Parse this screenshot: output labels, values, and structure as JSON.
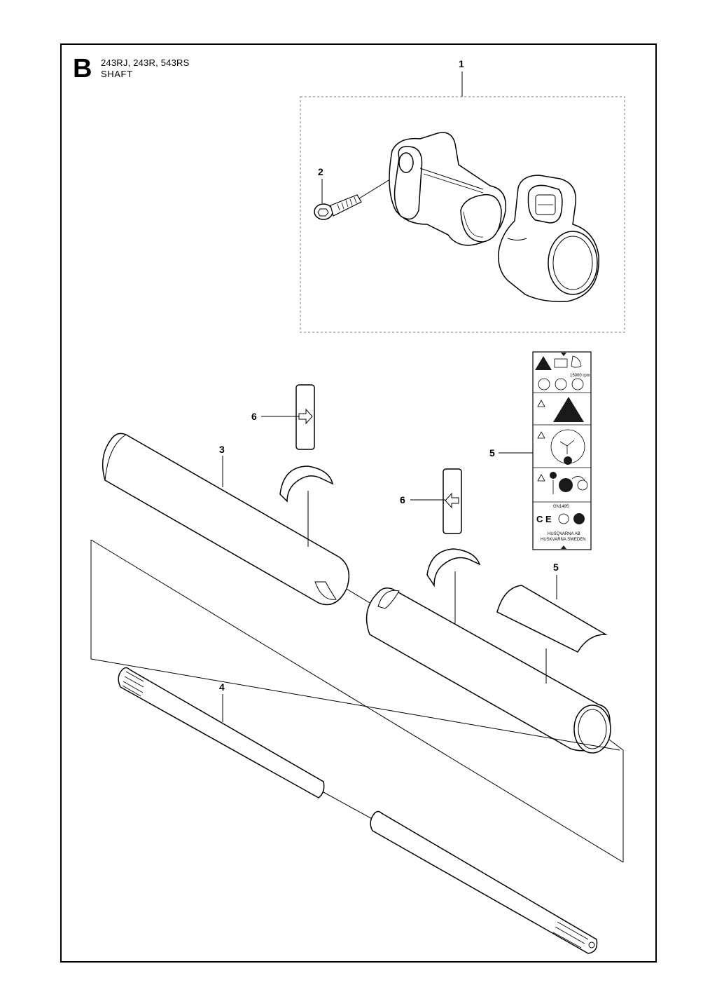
{
  "header": {
    "section_letter": "B",
    "models": "243RJ, 243R, 543RS",
    "subtitle": "SHAFT"
  },
  "callouts": [
    {
      "id": "1",
      "label": "1",
      "part": "handle-bracket-assembly"
    },
    {
      "id": "2",
      "label": "2",
      "part": "screw"
    },
    {
      "id": "3",
      "label": "3",
      "part": "upper-shaft-tube"
    },
    {
      "id": "4",
      "label": "4",
      "part": "drive-shaft"
    },
    {
      "id": "5a",
      "label": "5",
      "part": "warning-decal"
    },
    {
      "id": "5b",
      "label": "5",
      "part": "decal-on-tube"
    },
    {
      "id": "6a",
      "label": "6",
      "part": "arrow-decal-right"
    },
    {
      "id": "6b",
      "label": "6",
      "part": "arrow-decal-left"
    }
  ],
  "decal": {
    "code_text": "GN1495",
    "maker_line1": "HUSQVARNA AB",
    "maker_line2": "HUSKVARNA SWEDEN",
    "rpm_text": "15000 rpm"
  },
  "colors": {
    "line": "#000000",
    "background": "#ffffff",
    "fill_dark": "#1a1a1a"
  }
}
